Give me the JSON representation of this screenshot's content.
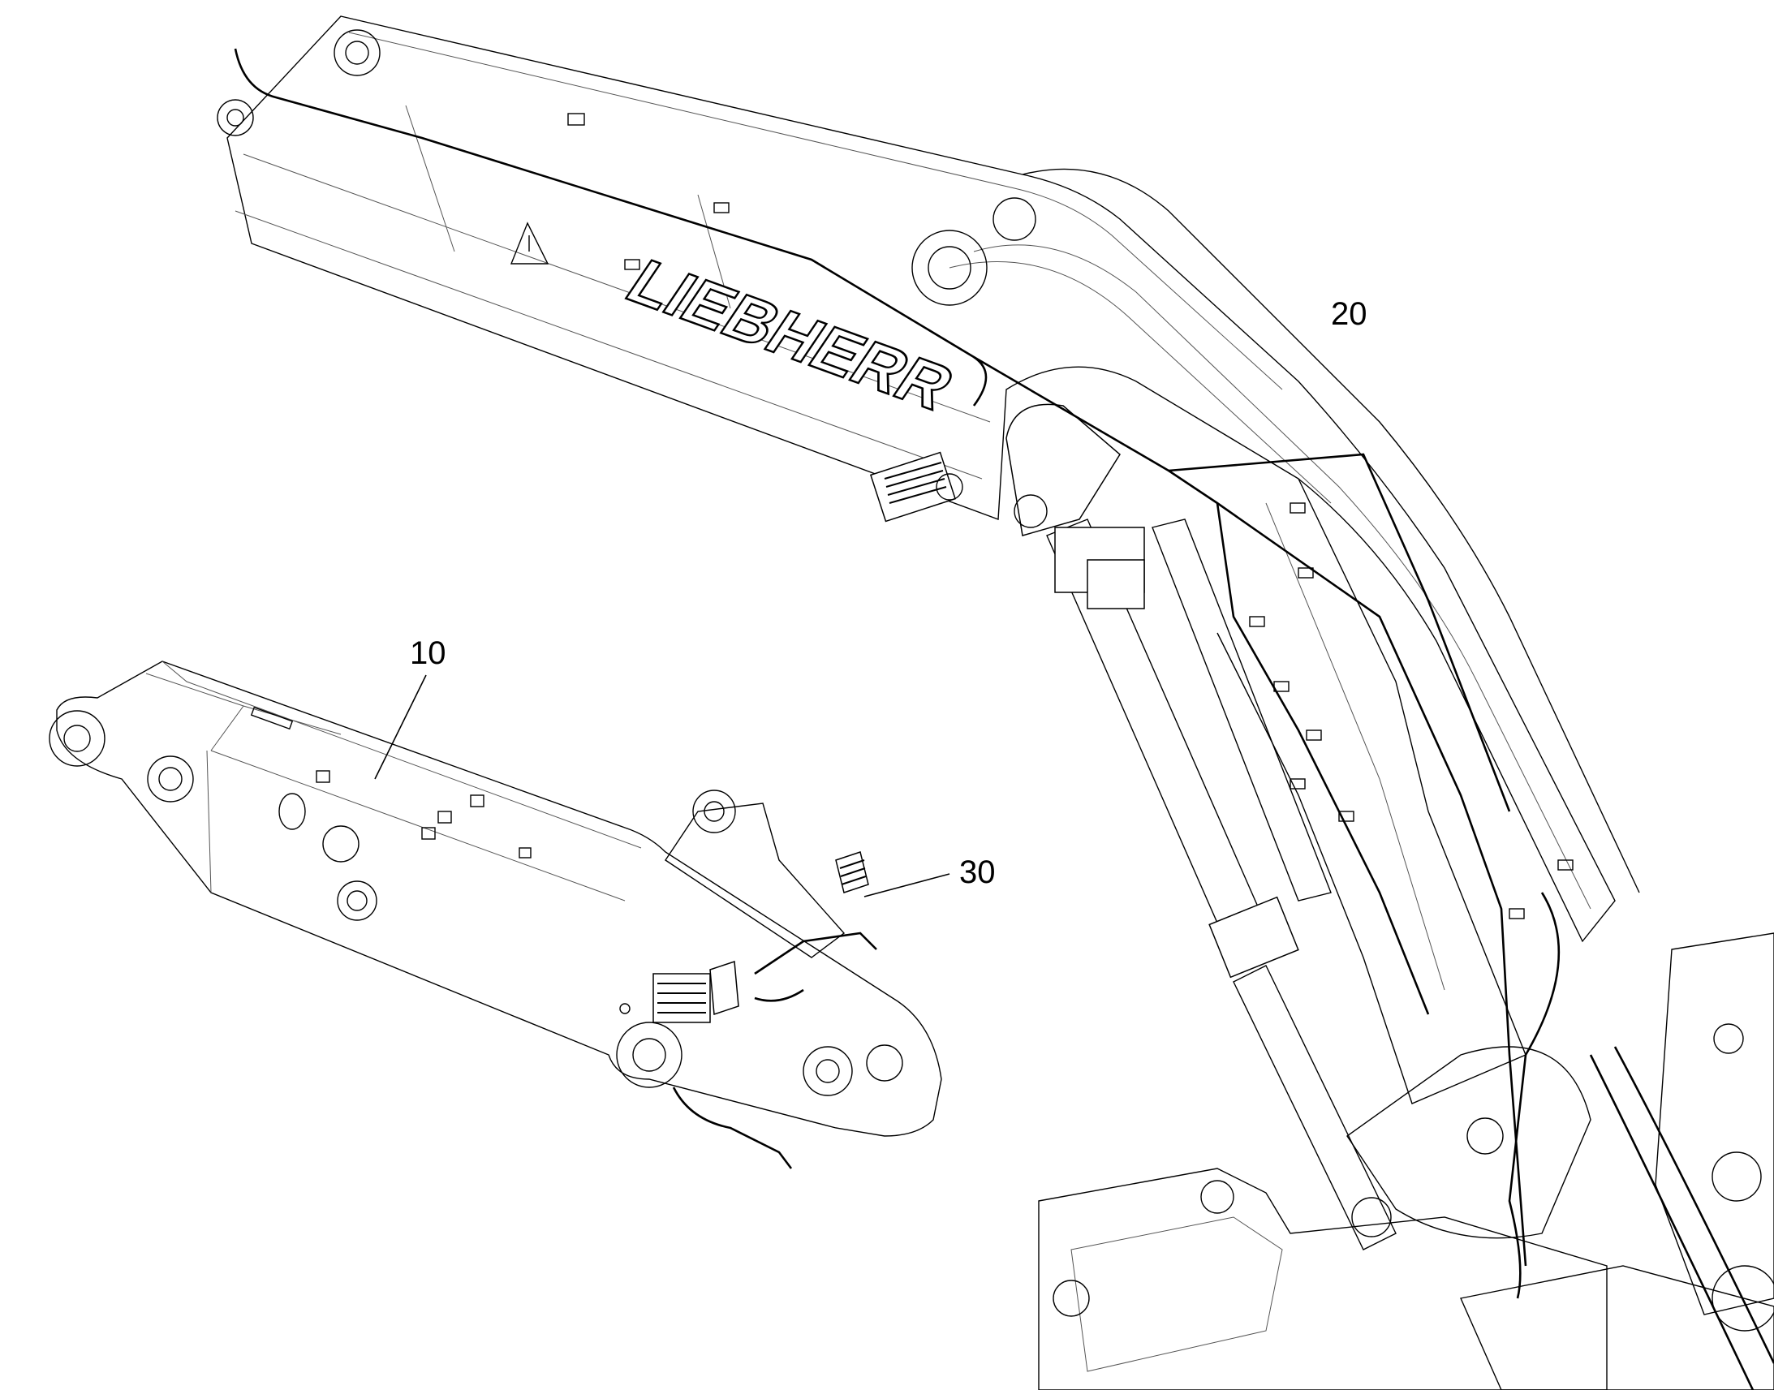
{
  "diagram": {
    "type": "exploded-parts-drawing",
    "callouts": [
      {
        "id": "10",
        "label": "10"
      },
      {
        "id": "20",
        "label": "20"
      },
      {
        "id": "30",
        "label": "30"
      }
    ],
    "brand_text": "LIEBHERR",
    "colors": {
      "line": "#000000",
      "background": "#ffffff"
    }
  }
}
